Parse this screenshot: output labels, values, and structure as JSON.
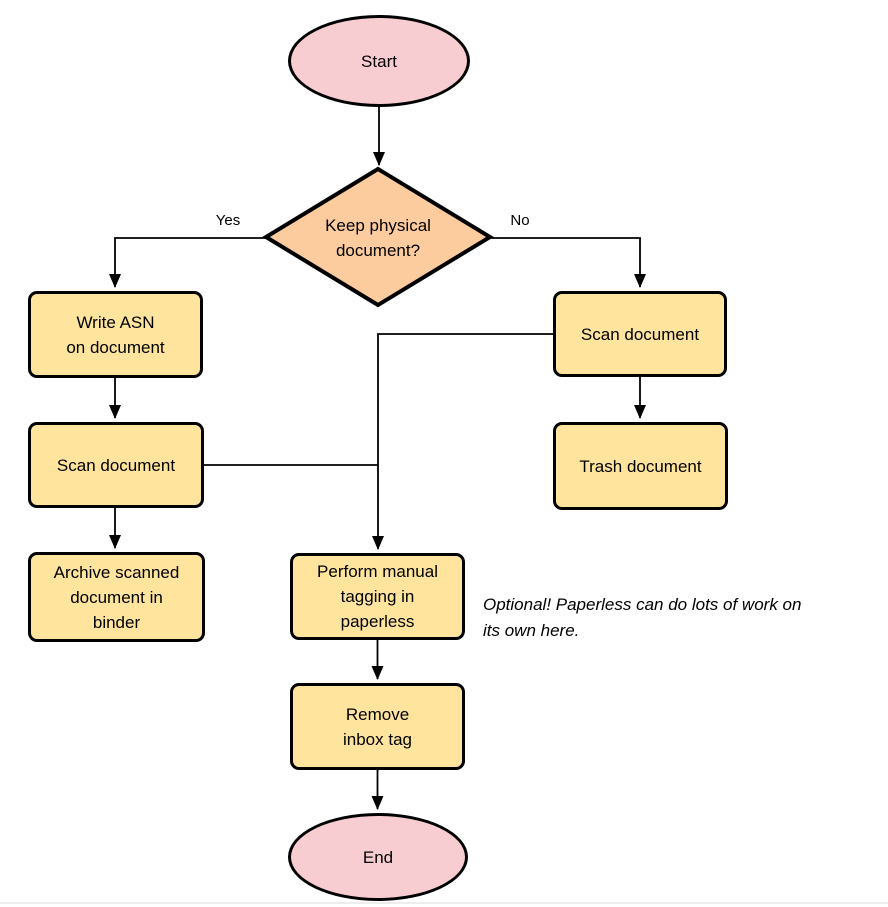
{
  "colors": {
    "terminal_fill": "#f8cdd2",
    "process_fill": "#ffe49e",
    "decision_fill": "#fdcc9e",
    "stroke": "#000000",
    "divider": "#ededed"
  },
  "nodes": {
    "start": {
      "label": "Start"
    },
    "decision": {
      "label": "Keep physical\ndocument?"
    },
    "write_asn": {
      "label": "Write ASN\non document"
    },
    "scan_left": {
      "label": "Scan document"
    },
    "archive": {
      "label": "Archive scanned\ndocument in\nbinder"
    },
    "scan_right": {
      "label": "Scan document"
    },
    "trash": {
      "label": "Trash document"
    },
    "tagging": {
      "label": "Perform manual\ntagging in\npaperless"
    },
    "remove_inbox": {
      "label": "Remove\ninbox tag"
    },
    "end": {
      "label": "End"
    }
  },
  "edge_labels": {
    "yes": "Yes",
    "no": "No"
  },
  "annotation": {
    "text": "Optional! Paperless can do lots of work on\nits own here."
  }
}
